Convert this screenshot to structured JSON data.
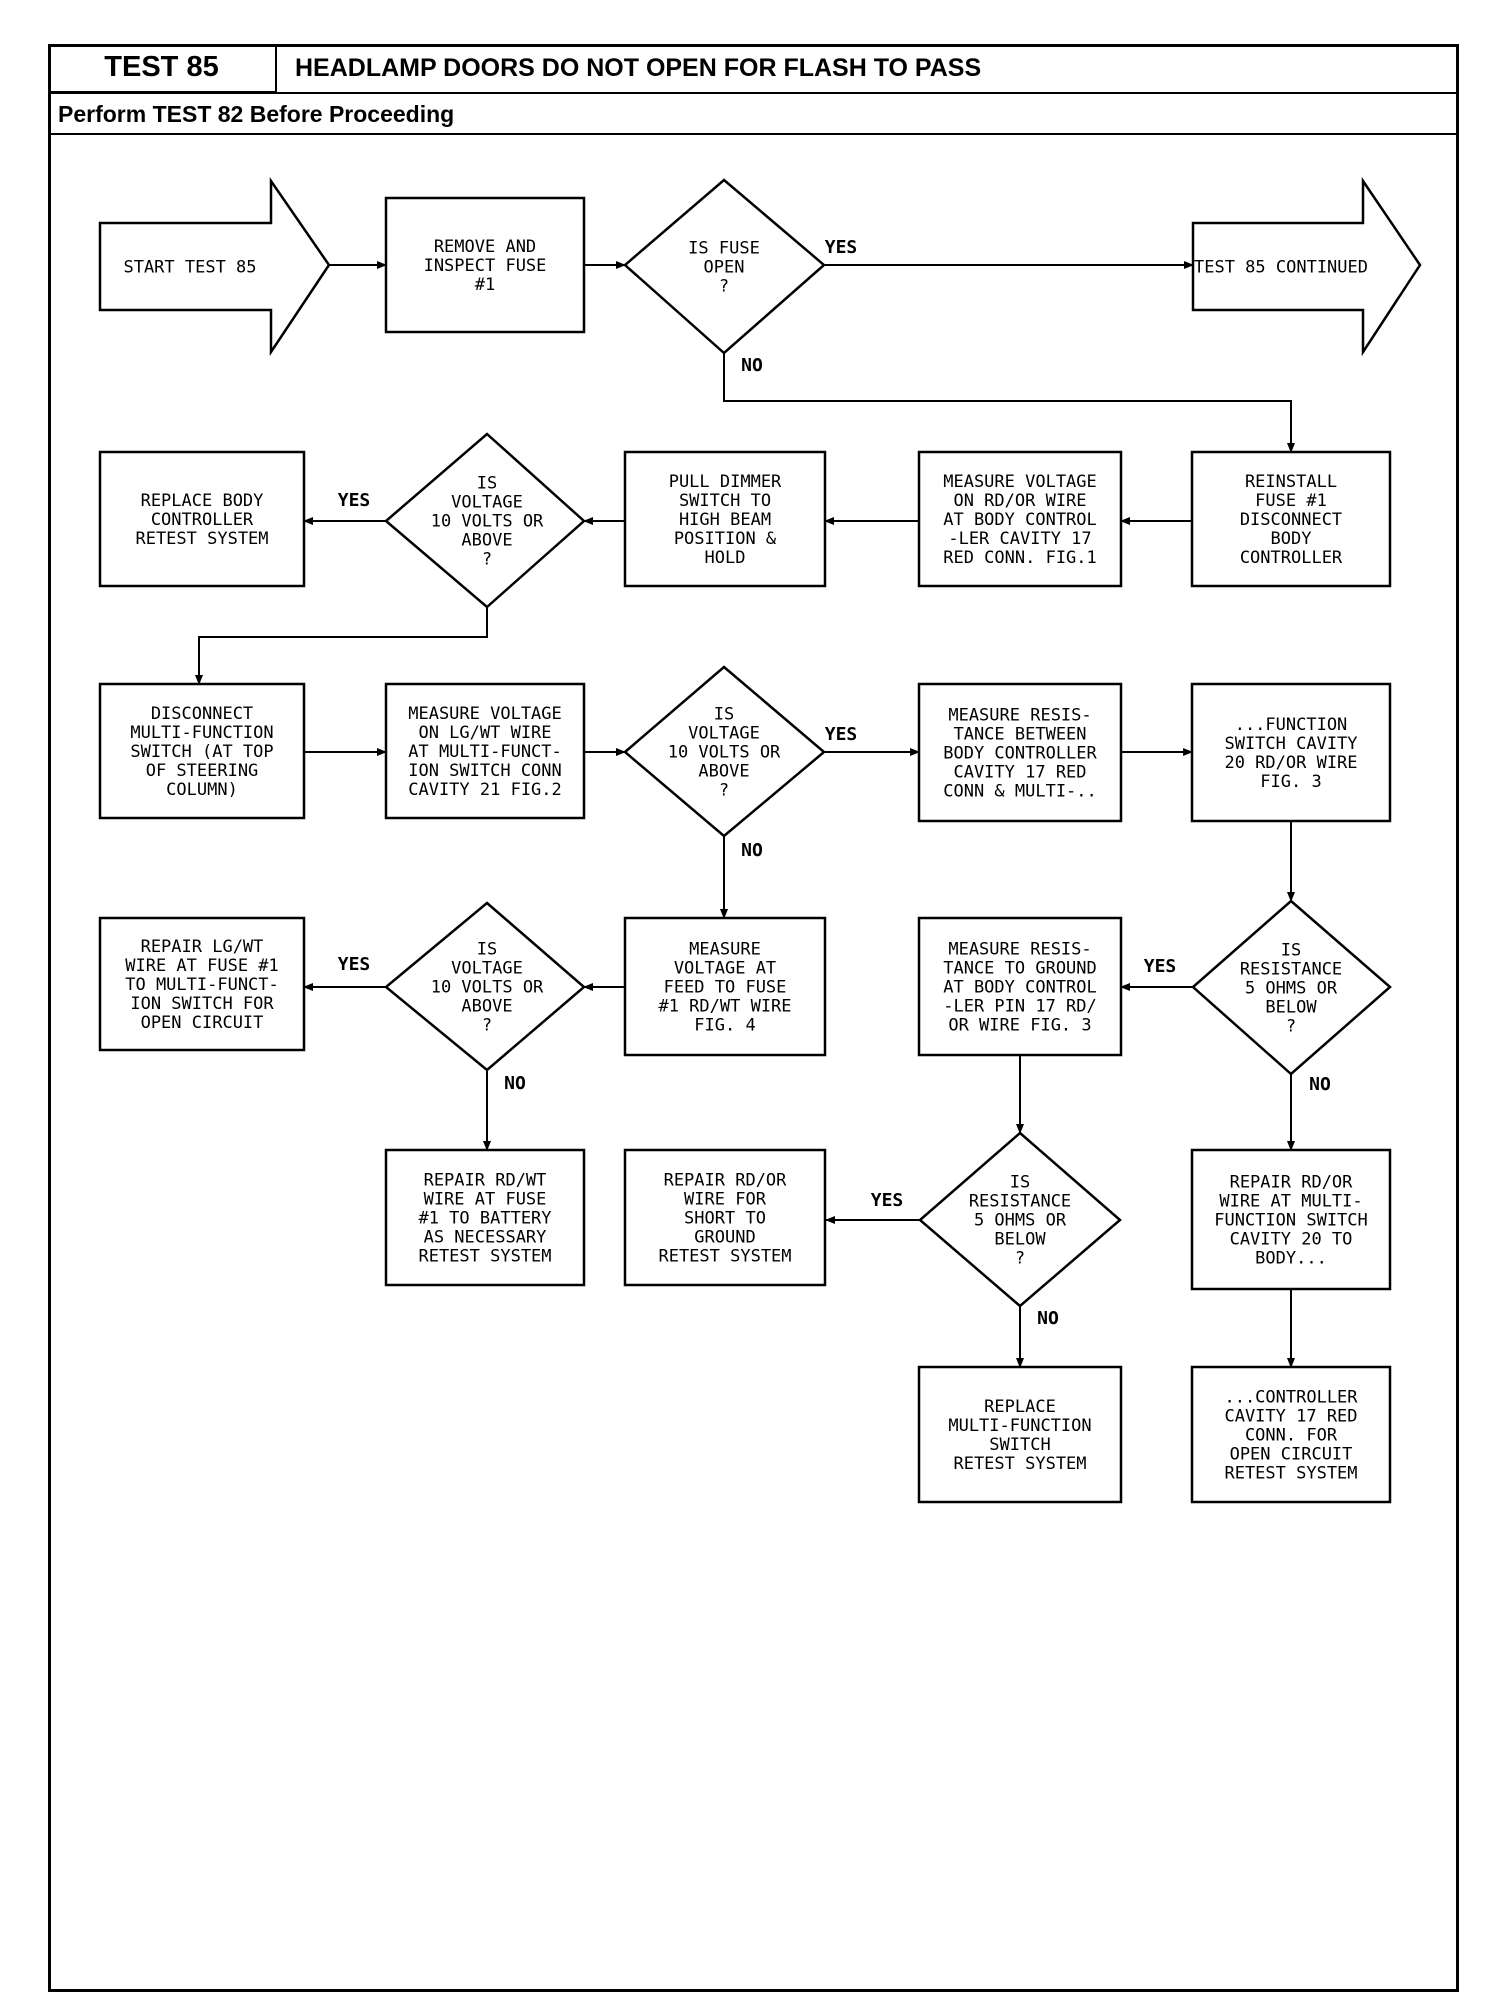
{
  "header": {
    "test_label": "TEST 85",
    "title": "HEADLAMP DOORS DO NOT OPEN FOR FLASH TO PASS",
    "prerequisite": "Perform TEST 82 Before Proceeding"
  },
  "flowchart": {
    "start": [
      "START TEST 85"
    ],
    "remove_fuse": [
      "REMOVE AND",
      "INSPECT FUSE",
      "#1"
    ],
    "q_fuse_open": [
      "IS FUSE",
      "OPEN",
      "?"
    ],
    "continued": [
      "TEST 85 CONTINUED"
    ],
    "reinstall": [
      "REINSTALL",
      "FUSE #1",
      "DISCONNECT",
      "BODY",
      "CONTROLLER"
    ],
    "measure_rd_or": [
      "MEASURE VOLTAGE",
      "ON RD/OR WIRE",
      "AT BODY CONTROL",
      "-LER CAVITY 17",
      "RED CONN. FIG.1"
    ],
    "pull_dimmer": [
      "PULL DIMMER",
      "SWITCH TO",
      "HIGH BEAM",
      "POSITION &",
      "HOLD"
    ],
    "q_voltage_1": [
      "IS",
      "VOLTAGE",
      "10 VOLTS OR",
      "ABOVE",
      "?"
    ],
    "replace_body": [
      "REPLACE BODY",
      "CONTROLLER",
      "RETEST SYSTEM"
    ],
    "disconnect_mf": [
      "DISCONNECT",
      "MULTI-FUNCTION",
      "SWITCH (AT TOP",
      "OF STEERING",
      "COLUMN)"
    ],
    "measure_lg_wt": [
      "MEASURE VOLTAGE",
      "ON LG/WT WIRE",
      "AT MULTI-FUNCT-",
      "ION SWITCH CONN",
      "CAVITY 21 FIG.2"
    ],
    "q_voltage_2": [
      "IS",
      "VOLTAGE",
      "10 VOLTS OR",
      "ABOVE",
      "?"
    ],
    "measure_resistance": [
      "MEASURE RESIS-",
      "TANCE BETWEEN",
      "BODY CONTROLLER",
      "CAVITY 17 RED",
      "CONN & MULTI-.."
    ],
    "function_switch": [
      "...FUNCTION",
      "SWITCH CAVITY",
      "20 RD/OR WIRE",
      "FIG. 3"
    ],
    "repair_lg_wt": [
      "REPAIR LG/WT",
      "WIRE AT FUSE #1",
      "TO MULTI-FUNCT-",
      "ION SWITCH FOR",
      "OPEN CIRCUIT"
    ],
    "q_voltage_3": [
      "IS",
      "VOLTAGE",
      "10 VOLTS OR",
      "ABOVE",
      "?"
    ],
    "measure_feed": [
      "MEASURE",
      "VOLTAGE AT",
      "FEED TO FUSE",
      "#1 RD/WT WIRE",
      "FIG. 4"
    ],
    "measure_ground": [
      "MEASURE RESIS-",
      "TANCE TO GROUND",
      "AT BODY CONTROL",
      "-LER PIN 17 RD/",
      "OR WIRE FIG. 3"
    ],
    "q_resistance_1": [
      "IS",
      "RESISTANCE",
      "5 OHMS OR",
      "BELOW",
      "?"
    ],
    "repair_rd_wt": [
      "REPAIR RD/WT",
      "WIRE AT FUSE",
      "#1 TO BATTERY",
      "AS NECESSARY",
      "RETEST SYSTEM"
    ],
    "repair_short": [
      "REPAIR RD/OR",
      "WIRE FOR",
      "SHORT TO",
      "GROUND",
      "RETEST SYSTEM"
    ],
    "q_resistance_2": [
      "IS",
      "RESISTANCE",
      "5 OHMS OR",
      "BELOW",
      "?"
    ],
    "repair_rd_or_mf": [
      "REPAIR RD/OR",
      "WIRE AT MULTI-",
      "FUNCTION SWITCH",
      "CAVITY 20 TO",
      "BODY..."
    ],
    "replace_mf": [
      "REPLACE",
      "MULTI-FUNCTION",
      "SWITCH",
      "RETEST SYSTEM"
    ],
    "controller_cavity": [
      "...CONTROLLER",
      "CAVITY 17 RED",
      "CONN. FOR",
      "OPEN CIRCUIT",
      "RETEST SYSTEM"
    ],
    "yes_label": "YES",
    "no_label": "NO"
  }
}
